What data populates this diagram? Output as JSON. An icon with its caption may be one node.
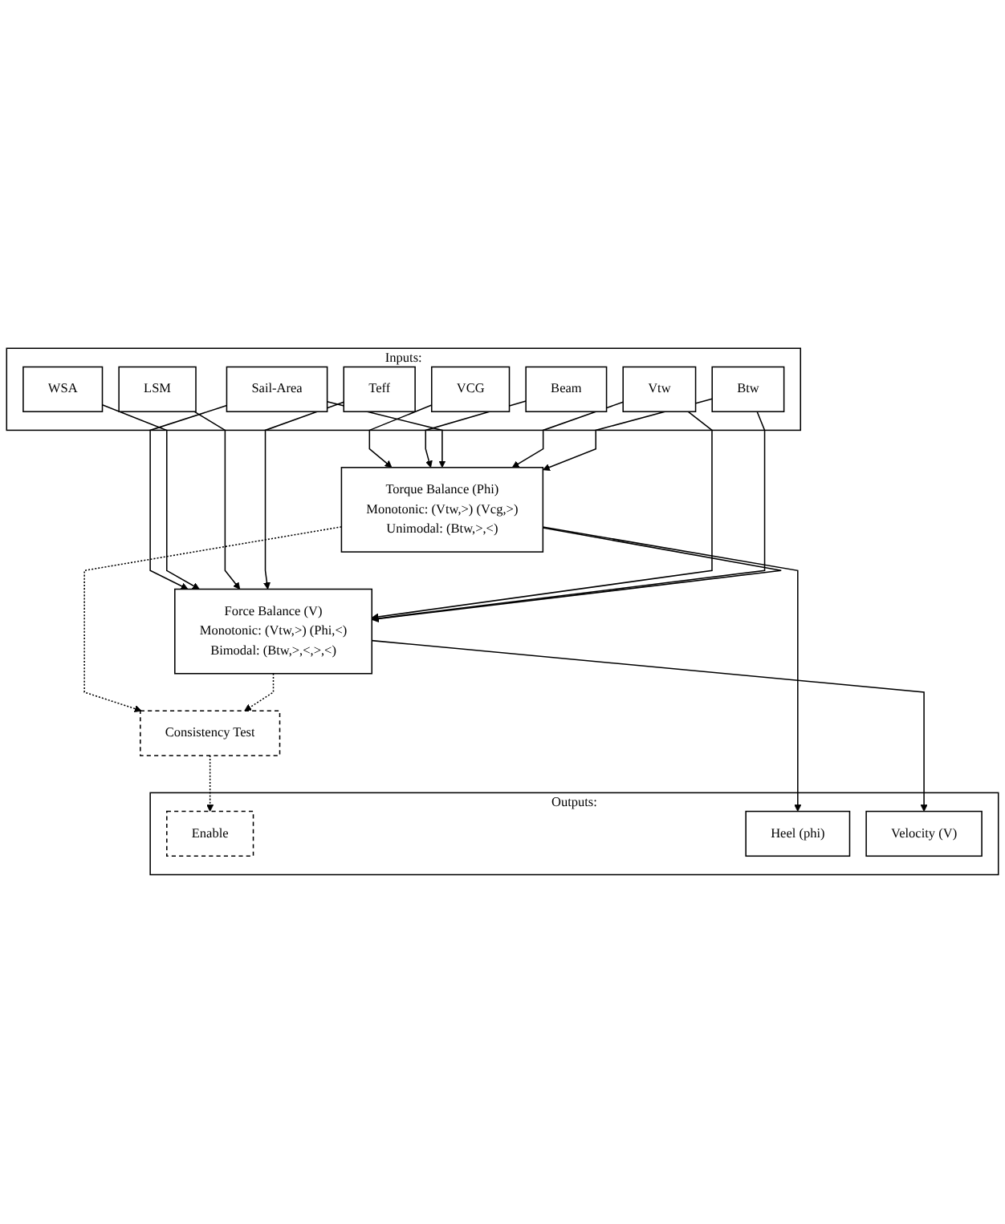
{
  "diagram": {
    "nodes": [
      {
        "text": [
          "Inputs:"
        ]
      },
      {
        "text": [
          "VCG"
        ],
        "in": 0
      },
      {
        "text": [
          "Beam"
        ],
        "in": 0
      },
      {
        "text": [
          "Sail-Area"
        ],
        "in": 0
      },
      {
        "text": [
          "WSA"
        ],
        "in": 0
      },
      {
        "text": [
          "LSM"
        ],
        "in": 0
      },
      {
        "text": [
          "Teff"
        ],
        "in": 0
      },
      {
        "text": [
          "Vtw"
        ],
        "in": 0
      },
      {
        "text": [
          "Btw"
        ],
        "in": 0
      },
      {
        "text": [
          "Torque Balance (Phi)",
          "Monotonic: (Vtw,>) (Vcg,>)",
          "Unimodal: (Btw,>,<)"
        ]
      },
      {
        "text": [
          "Force Balance (V)",
          "Monotonic: (Vtw,>) (Phi,<)",
          "Bimodal: (Btw,>,<,>,<)"
        ]
      },
      {
        "text": [
          "Consistency Test"
        ]
      },
      {
        "text": [
          "Outputs:"
        ]
      },
      {
        "text": [
          "Enable"
        ],
        "in": 12
      },
      {
        "text": [
          "Heel (phi)"
        ],
        "in": 12
      },
      {
        "text": [
          "Velocity (V)"
        ],
        "in": 12
      }
    ],
    "edges": [
      {
        "from": 1,
        "to": 9,
        "arrow": "to"
      },
      {
        "from": 2,
        "to": 9,
        "arrow": "to"
      },
      {
        "from": 3,
        "to": 9,
        "arrow": "to"
      },
      {
        "from": 3,
        "to": 10,
        "arrow": "to"
      },
      {
        "from": 4,
        "to": 10,
        "arrow": "to"
      },
      {
        "from": 5,
        "to": 10,
        "arrow": "to"
      },
      {
        "from": 6,
        "to": 10,
        "arrow": "to"
      },
      {
        "from": 7,
        "to": 9,
        "arrow": "to"
      },
      {
        "from": 7,
        "to": 10,
        "arrow": "to"
      },
      {
        "from": 8,
        "to": 9,
        "arrow": "to"
      },
      {
        "from": 8,
        "to": 10,
        "arrow": "to"
      },
      {
        "from": 9,
        "to": 10,
        "arrow": "to"
      },
      {
        "from": 9,
        "to": 11,
        "arrow": "to",
        "style": "dashed"
      },
      {
        "from": 9,
        "to": 14,
        "arrow": "to"
      },
      {
        "from": 10,
        "to": 11,
        "arrow": "to",
        "style": "dashed"
      },
      {
        "from": 10,
        "to": 15,
        "arrow": "to"
      },
      {
        "from": 11,
        "to": 13,
        "arrow": "to",
        "style": "dashed"
      }
    ]
  }
}
